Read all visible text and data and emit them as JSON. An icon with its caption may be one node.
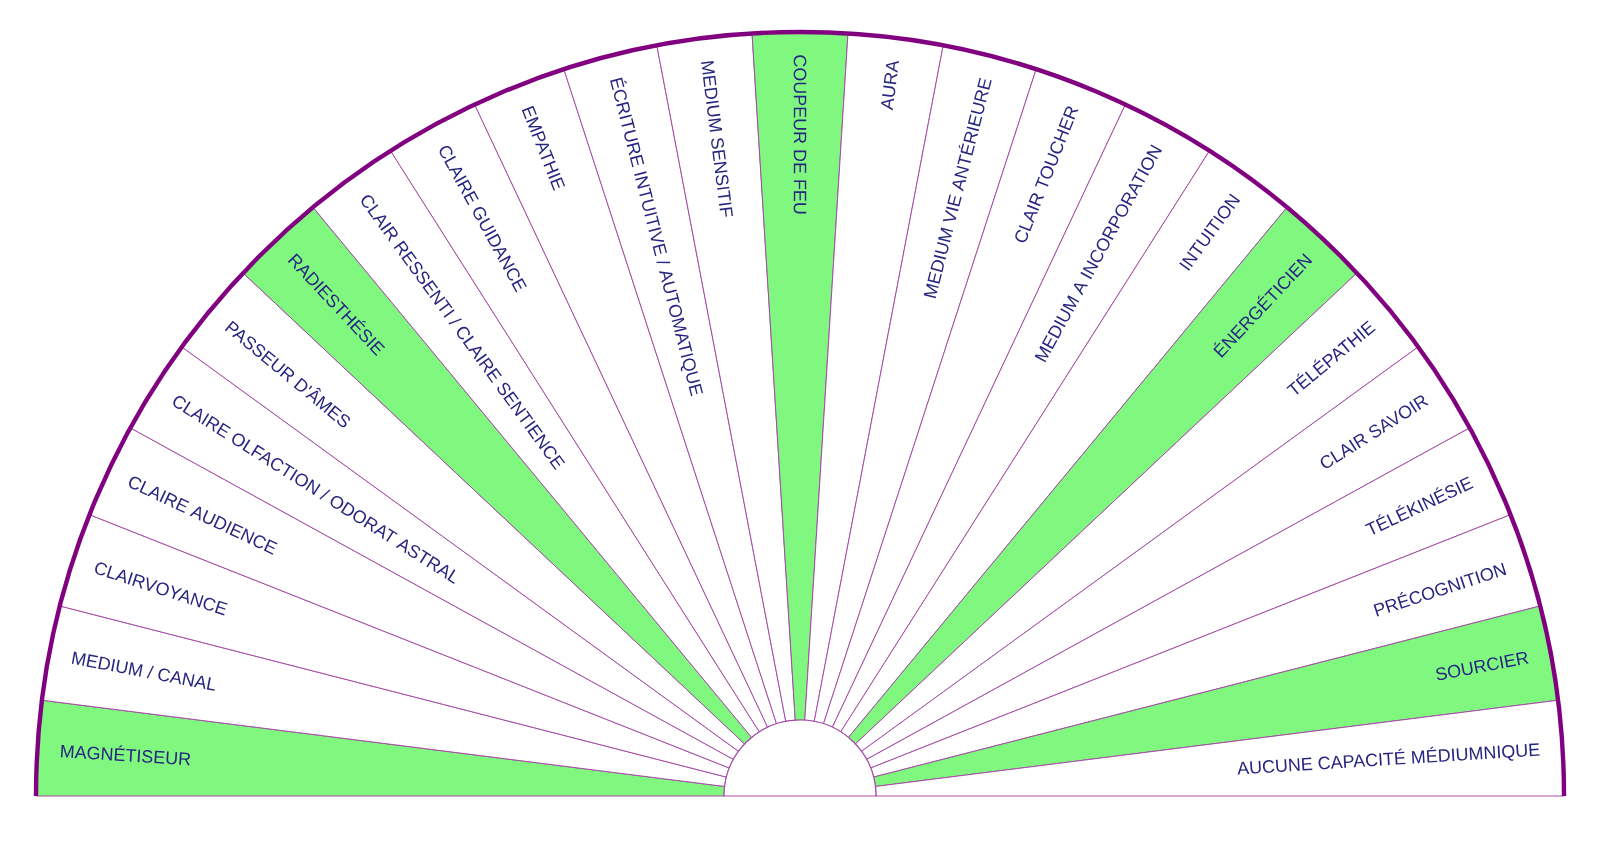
{
  "diagram": {
    "nodes": [
      {
        "text": [
          "MAGNÉTISEUR"
        ]
      },
      {
        "text": [
          "MEDIUM / CANAL"
        ]
      },
      {
        "text": [
          "CLAIRVOYANCE"
        ]
      },
      {
        "text": [
          "CLAIRE AUDIENCE"
        ]
      },
      {
        "text": [
          "CLAIRE OLFACTION / ODORAT ASTRAL"
        ]
      },
      {
        "text": [
          "PASSEUR D'ÂMES"
        ]
      },
      {
        "text": [
          "RADIESTHÉSIE"
        ]
      },
      {
        "text": [
          "CLAIR RESSENTI / CLAIRE SENTIENCE"
        ]
      },
      {
        "text": [
          "CLAIRE GUIDANCE"
        ]
      },
      {
        "text": [
          "EMPATHIE"
        ]
      },
      {
        "text": [
          "ÉCRITURE INTUITIVE / AUTOMATIQUE"
        ]
      },
      {
        "text": [
          "MEDIUM SENSITIF"
        ]
      },
      {
        "text": [
          "COUPEUR DE FEU"
        ]
      },
      {
        "text": [
          "AURA"
        ]
      },
      {
        "text": [
          "MEDIUM VIE ANTÉRIEURE"
        ]
      },
      {
        "text": [
          "CLAIR TOUCHER"
        ]
      },
      {
        "text": [
          "MEDIUM A INCORPORATION"
        ]
      },
      {
        "text": [
          "INTUITION"
        ]
      },
      {
        "text": [
          "ÉNERGÉTICIEN"
        ]
      },
      {
        "text": [
          "TÉLÉPATHIE"
        ]
      },
      {
        "text": [
          "CLAIR SAVOIR"
        ]
      },
      {
        "text": [
          "TÉLÉKINÉSIE"
        ]
      },
      {
        "text": [
          "PRÉCOGNITION"
        ]
      },
      {
        "text": [
          "SOURCIER"
        ]
      },
      {
        "text": [
          "AUCUNE CAPACITÉ MÉDIUMNIQUE"
        ]
      }
    ]
  }
}
